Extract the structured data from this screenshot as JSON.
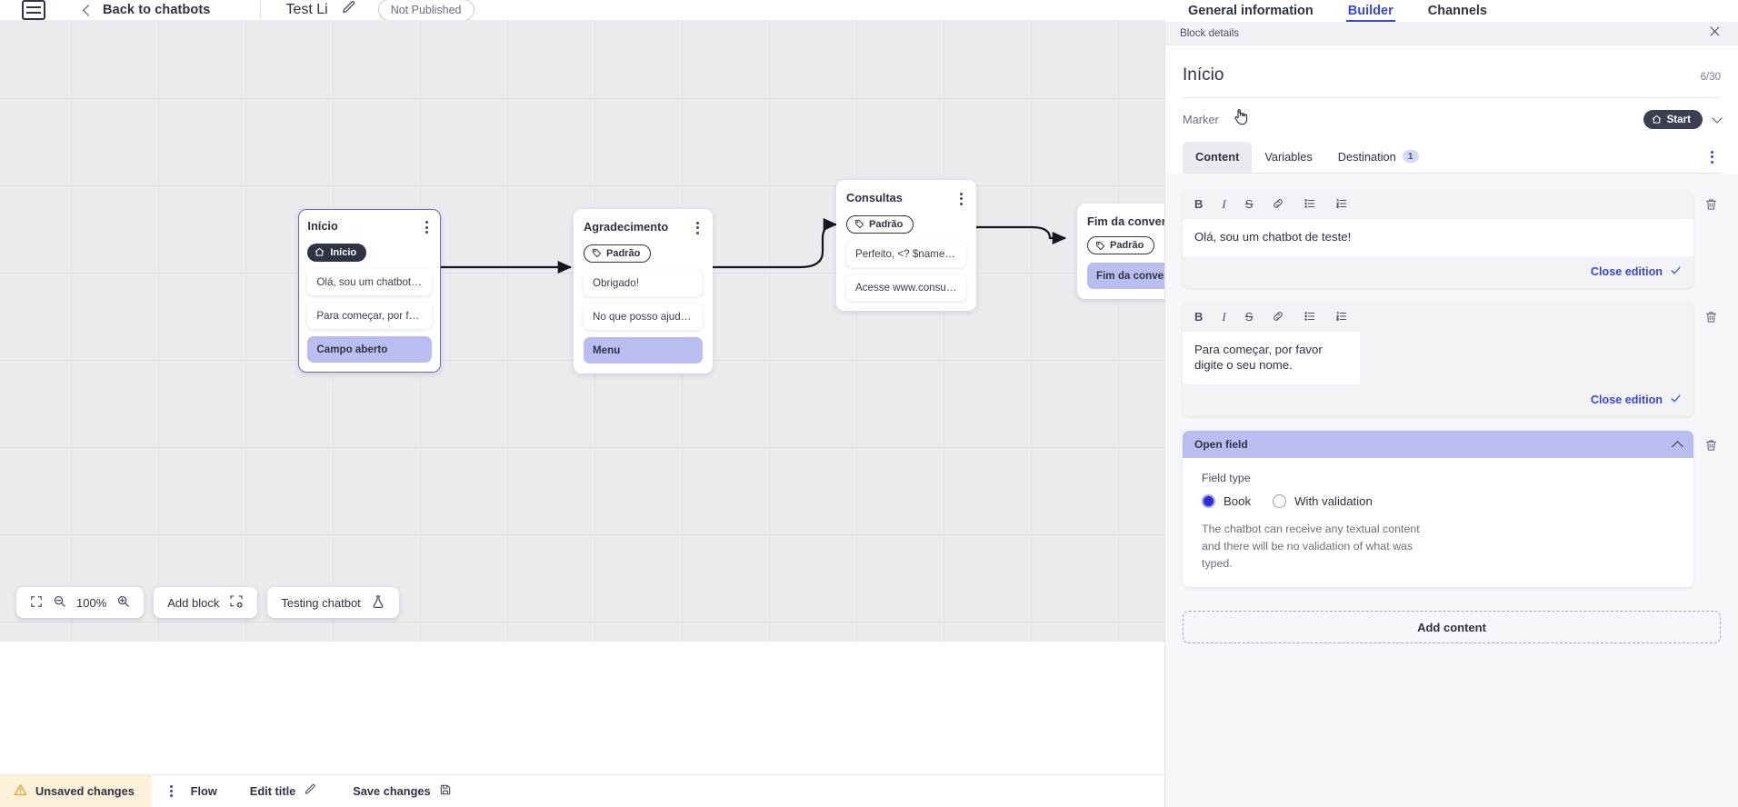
{
  "topbar": {
    "logo_icon": "app-logo-icon",
    "back_label": "Back to chatbots",
    "back_icon": "chevron-left-icon",
    "bot_title": "Test Li",
    "edit_icon": "pencil-icon",
    "publish_status": "Not Published"
  },
  "app_tabs": [
    {
      "label": "General information",
      "active": false
    },
    {
      "label": "Builder",
      "active": true
    },
    {
      "label": "Channels",
      "active": false
    }
  ],
  "canvas": {
    "zoom_level": "100%",
    "fit_icon": "fit-to-screen-icon",
    "zoom_out_icon": "zoom-out-icon",
    "zoom_in_icon": "zoom-in-icon",
    "add_block_label": "Add block",
    "add_block_icon": "add-block-icon",
    "testing_label": "Testing chatbot",
    "testing_icon": "flask-icon",
    "nodes": [
      {
        "id": "inicio",
        "title": "Início",
        "badge": "Início",
        "badge_icon": "home-icon",
        "badge_type": "start",
        "selected": true,
        "messages": [
          {
            "text": "Olá, sou um chatbot de teste!",
            "highlight": false
          },
          {
            "text": "Para começar, por favor digite o ...",
            "highlight": false
          },
          {
            "text": "Campo aberto",
            "highlight": true
          }
        ]
      },
      {
        "id": "agradecimento",
        "title": "Agradecimento",
        "badge": "Padrão",
        "badge_icon": "tag-icon",
        "badge_type": "default",
        "selected": false,
        "messages": [
          {
            "text": "Obrigado!",
            "highlight": false
          },
          {
            "text": "No que posso ajudar, <? $name ...",
            "highlight": false
          },
          {
            "text": "Menu",
            "highlight": true
          }
        ]
      },
      {
        "id": "consultas",
        "title": "Consultas",
        "badge": "Padrão",
        "badge_icon": "tag-icon",
        "badge_type": "default",
        "selected": false,
        "messages": [
          {
            "text": "Perfeito, <? $name ?>!",
            "highlight": false
          },
          {
            "text": "Acesse www.consultas.com par...",
            "highlight": false
          }
        ]
      },
      {
        "id": "fim",
        "title": "Fim da conversa",
        "badge": "Padrão",
        "badge_icon": "tag-icon",
        "badge_type": "default",
        "selected": false,
        "messages": [
          {
            "text": "Fim da conversa",
            "highlight": true
          }
        ]
      }
    ]
  },
  "statusbar": {
    "unsaved_label": "Unsaved changes",
    "warning_icon": "warning-triangle-icon",
    "kebab_icon": "more-vertical-icon",
    "flow_label": "Flow",
    "edit_title_label": "Edit title",
    "edit_title_icon": "pencil-icon",
    "save_label": "Save changes",
    "save_icon": "save-disk-icon"
  },
  "panel": {
    "header_label": "Block details",
    "close_icon": "close-icon",
    "block_title": "Início",
    "char_count": "6/30",
    "marker_label": "Marker",
    "marker_value": "Start",
    "marker_icon": "home-icon",
    "marker_chevron_icon": "chevron-down-icon",
    "tabs": [
      {
        "label": "Content",
        "active": true,
        "badge": null
      },
      {
        "label": "Variables",
        "active": false,
        "badge": null
      },
      {
        "label": "Destination",
        "active": false,
        "badge": "1"
      }
    ],
    "tab_menu_icon": "more-vertical-icon",
    "editor_tools": [
      {
        "name": "bold-icon",
        "glyph": "B"
      },
      {
        "name": "italic-icon",
        "glyph": "I"
      },
      {
        "name": "strikethrough-icon",
        "glyph": "S"
      },
      {
        "name": "link-icon",
        "glyph": "⎇"
      },
      {
        "name": "bulleted-list-icon",
        "glyph": "☰"
      },
      {
        "name": "numbered-list-icon",
        "glyph": "≣"
      }
    ],
    "editors": [
      {
        "text": "Olá, sou um chatbot de teste!",
        "close_label": "Close edition",
        "check_icon": "check-icon",
        "trash_icon": "trash-icon"
      },
      {
        "text": "Para começar, por favor digite o seu nome.",
        "close_label": "Close edition",
        "check_icon": "check-icon",
        "trash_icon": "trash-icon"
      }
    ],
    "open_field": {
      "title": "Open field",
      "collapse_icon": "chevron-up-icon",
      "trash_icon": "trash-icon",
      "field_type_label": "Field type",
      "options": [
        {
          "label": "Book",
          "selected": true
        },
        {
          "label": "With validation",
          "selected": false
        }
      ],
      "description": "The chatbot can receive any textual content and there will be no validation of what was typed."
    },
    "add_content_label": "Add content"
  }
}
